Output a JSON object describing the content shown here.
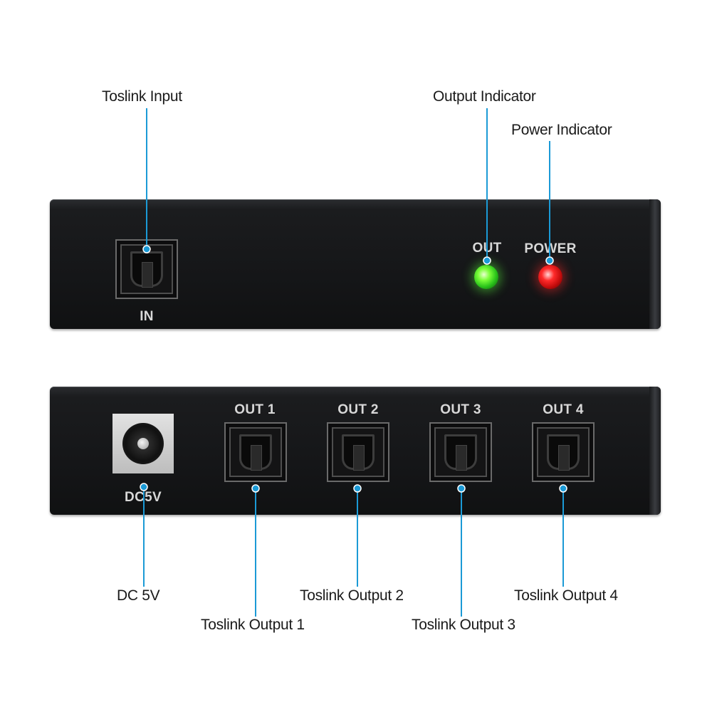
{
  "callouts": {
    "toslink_input": "Toslink Input",
    "output_indicator": "Output Indicator",
    "power_indicator": "Power Indicator",
    "dc_5v": "DC 5V",
    "toslink_output_1": "Toslink Output 1",
    "toslink_output_2": "Toslink Output 2",
    "toslink_output_3": "Toslink Output 3",
    "toslink_output_4": "Toslink Output 4"
  },
  "front_panel": {
    "in_label": "IN",
    "out_label": "OUT",
    "power_label": "POWER"
  },
  "rear_panel": {
    "dc_label": "DC5V",
    "ports": [
      "OUT 1",
      "OUT 2",
      "OUT 3",
      "OUT 4"
    ]
  },
  "colors": {
    "leader_line": "#1b9ad6",
    "led_out": "#5cff3a",
    "led_power": "#ff2020",
    "panel": "#151618"
  }
}
